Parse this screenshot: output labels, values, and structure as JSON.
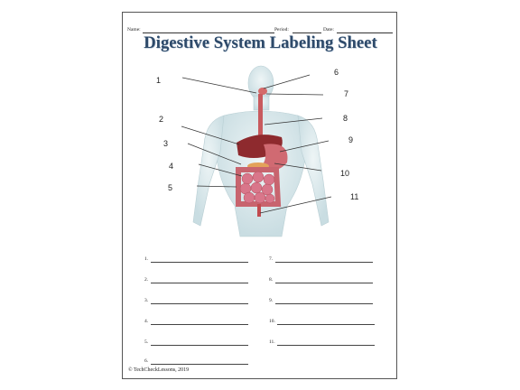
{
  "header": {
    "name_label": "Name:",
    "period_label": "Period:",
    "date_label": "Date:"
  },
  "title": "Digestive System Labeling Sheet",
  "figure": {
    "numbers": [
      "1",
      "2",
      "3",
      "4",
      "5",
      "6",
      "7",
      "8",
      "9",
      "10",
      "11"
    ]
  },
  "answers": [
    "1.",
    "2.",
    "3.",
    "4.",
    "5.",
    "6.",
    "7.",
    "8.",
    "9.",
    "10.",
    "11."
  ],
  "footer": {
    "copyright": "© TechCheckLessons, 2019"
  },
  "colors": {
    "title": "#2e4a6a",
    "organs": "#c24a4e",
    "body": "#cfe0e4"
  }
}
